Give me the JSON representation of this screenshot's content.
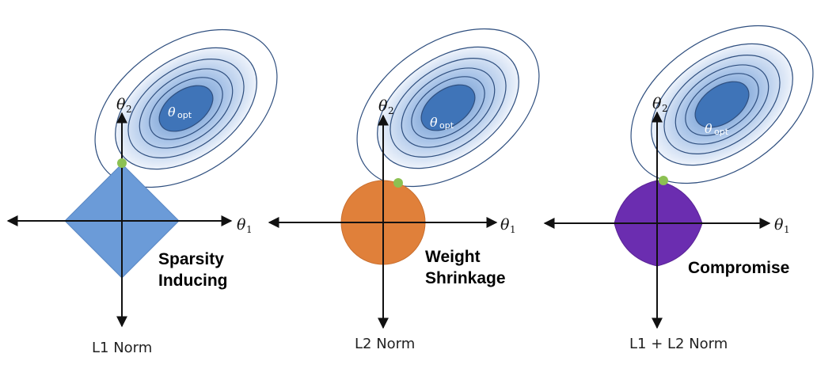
{
  "panels": [
    {
      "caption": "L1 Norm",
      "label_lines": [
        "Sparsity",
        "Inducing"
      ],
      "shape_color": "#6b9bd8",
      "opt_label": "θ",
      "opt_sub": "opt",
      "x_axis_label": "θ",
      "x_axis_sub": "1",
      "y_axis_label": "θ",
      "y_axis_sub": "2"
    },
    {
      "caption": "L2 Norm",
      "label_lines": [
        "Weight",
        "Shrinkage"
      ],
      "shape_color": "#e0803a",
      "opt_label": "θ",
      "opt_sub": "opt",
      "x_axis_label": "θ",
      "x_axis_sub": "1",
      "y_axis_label": "θ",
      "y_axis_sub": "2"
    },
    {
      "caption": "L1 + L2 Norm",
      "label_lines": [
        "Compromise"
      ],
      "shape_color": "#6b2db0",
      "opt_label": "θ",
      "opt_sub": "opt",
      "x_axis_label": "θ",
      "x_axis_sub": "1",
      "y_axis_label": "θ",
      "y_axis_sub": "2"
    }
  ],
  "colors": {
    "contour_outer": "#f2f6fc",
    "contour_mid": "#bcd2ee",
    "contour_inner": "#3f74b8",
    "contour_stroke": "#2f4f7f",
    "tangent_point": "#8cc152"
  }
}
